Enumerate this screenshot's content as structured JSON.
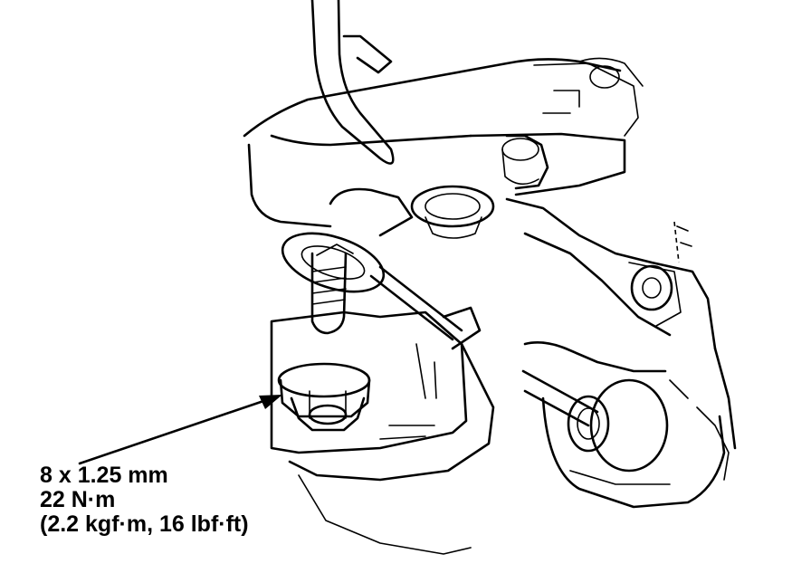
{
  "callout": {
    "fastener_size": "8 x 1.25 mm",
    "torque_nm": "22 N·m",
    "torque_alt": "(2.2 kgf·m, 16 lbf·ft)"
  },
  "colors": {
    "ink": "#000000",
    "paper": "#ffffff"
  }
}
